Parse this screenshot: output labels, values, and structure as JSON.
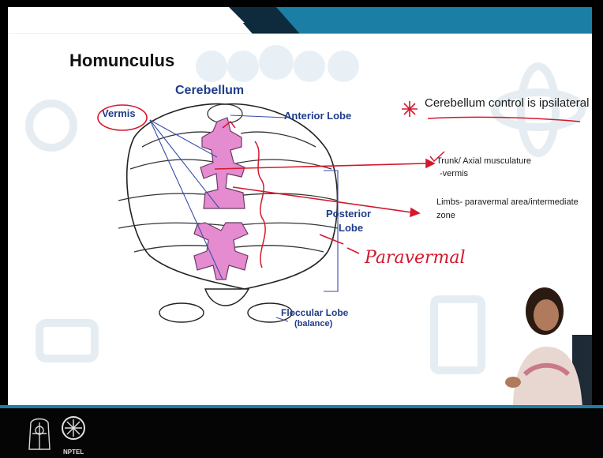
{
  "slide": {
    "title": "Homunculus",
    "diagram": {
      "heading": "Cerebellum",
      "labels": {
        "vermis": "Vermis",
        "anterior_lobe": "Anterior Lobe",
        "posterior_lobe_line1": "Posterior",
        "posterior_lobe_line2": "Lobe",
        "floccular_lobe": "Floccular Lobe",
        "floccular_note": "(balance)"
      }
    },
    "notes": {
      "main_point": "Cerebellum control is ipsilateral",
      "trunk_line1": "Trunk/ Axial musculature",
      "trunk_line2": "-vermis",
      "limbs_line1": "Limbs- paravermal area/intermediate",
      "limbs_line2": "zone",
      "handwritten": "Paravermal"
    },
    "colors": {
      "accent_blue": "#1c7fa6",
      "annotation_red": "#d4182c",
      "homunculus_pink": "#e58bd0",
      "label_blue": "#1f3c8a"
    }
  },
  "footer": {
    "logo_label": "NPTEL"
  }
}
